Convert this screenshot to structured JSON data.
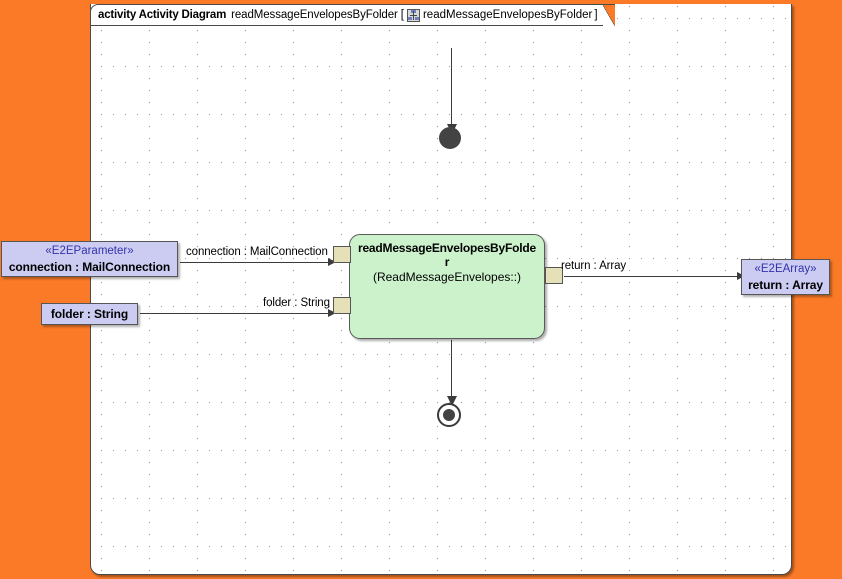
{
  "canvas": {
    "background_color": "#FA7A28",
    "frame_background": "#ffffff",
    "grid": "dot-grid"
  },
  "frame_header": {
    "kind": "activity Activity Diagram",
    "name": "readMessageEnvelopesByFolder",
    "bracket_open": "[",
    "icon": "activity-diagram-icon",
    "qualified_name": "readMessageEnvelopesByFolder",
    "bracket_close": "]"
  },
  "nodes": {
    "initial": {
      "name": "initial-node",
      "shape": "filled-circle",
      "color": "#434343"
    },
    "final": {
      "name": "activity-final-node",
      "shape": "circle-in-ring",
      "color": "#434343"
    },
    "activity": {
      "title": "readMessageEnvelopesByFolder",
      "subtitle": "(ReadMessageEnvelopes::)",
      "fill_color": "#CCF2CC",
      "border_color": "#5a5a5a"
    }
  },
  "pins": [
    {
      "name": "input-pin-connection",
      "fill_color": "#E6E0B8"
    },
    {
      "name": "input-pin-folder",
      "fill_color": "#E6E0B8"
    },
    {
      "name": "output-pin-return",
      "fill_color": "#E6E0B8"
    }
  ],
  "parameters": {
    "connection": {
      "stereotype": "«E2EParameter»",
      "label": "connection : MailConnection",
      "fill_color": "#CCCCF2",
      "stereotype_color": "#3333AA"
    },
    "folder": {
      "stereotype": "",
      "label": "folder : String",
      "fill_color": "#CCCCF2"
    },
    "return": {
      "stereotype": "«E2EArray»",
      "label": "return : Array",
      "fill_color": "#CCCCF2",
      "stereotype_color": "#3333AA"
    }
  },
  "edges": [
    {
      "name": "edge-connection",
      "label": "connection : MailConnection"
    },
    {
      "name": "edge-folder",
      "label": "folder : String"
    },
    {
      "name": "edge-return",
      "label": "return : Array"
    },
    {
      "name": "edge-initial-to-activity",
      "label": ""
    },
    {
      "name": "edge-activity-to-final",
      "label": ""
    }
  ]
}
